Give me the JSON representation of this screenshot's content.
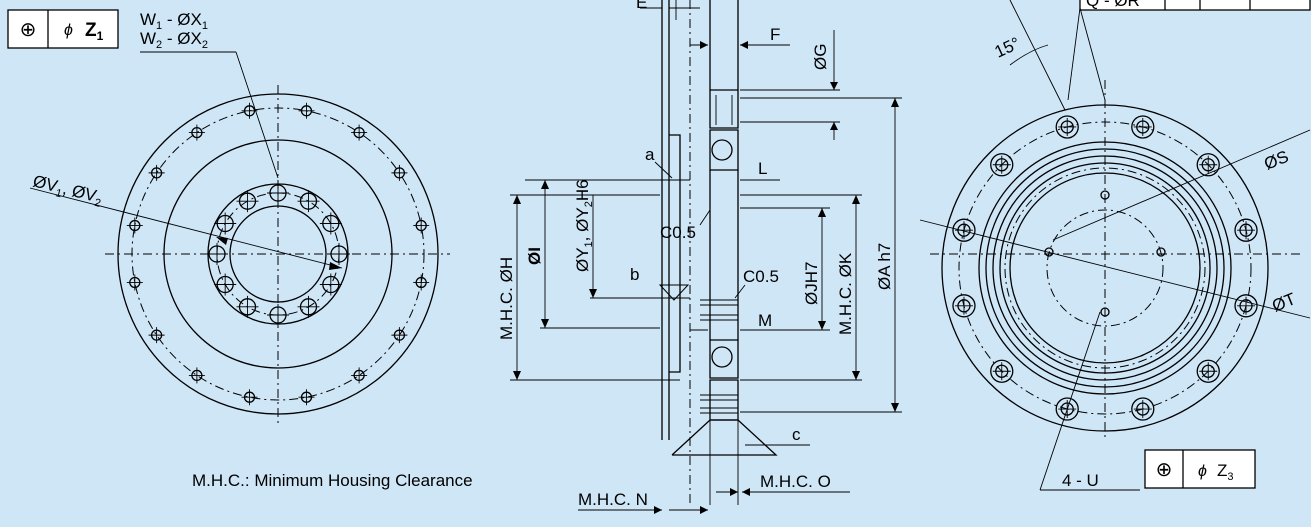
{
  "background_color": "#cfe6f7",
  "left_view": {
    "tol_box": {
      "symbol": "⊕",
      "dia": "ϕ",
      "value": "Z",
      "sub": "1"
    },
    "callouts": [
      {
        "base": "W",
        "sub1": "1",
        "mid": " - ØX",
        "sub2": "1"
      },
      {
        "base": "W",
        "sub1": "2",
        "mid": " - ØX",
        "sub2": "2"
      }
    ],
    "dia_label": {
      "a": "ØV",
      "a_sub": "1",
      "b": ", ØV",
      "b_sub": "2"
    },
    "footnote": "M.H.C.: Minimum Housing Clearance"
  },
  "section_view": {
    "labels": {
      "E": "E",
      "F": "F",
      "G": "ØG",
      "a": "a",
      "L": "L",
      "C05_top": "C0.5",
      "b": "b",
      "C05_mid": "C0.5",
      "M": "M",
      "c": "c",
      "H": "M.H.C. ØH",
      "I": "ØI",
      "Y_a": "ØY",
      "Y_a_sub": "1",
      "Y_b": ", ØY",
      "Y_b_sub": "2",
      "Y_c": "H6",
      "J": "ØJH7",
      "K": "M.H.C. ØK",
      "A": "ØA h7",
      "O": "M.H.C. O",
      "N": "M.H.C. N"
    }
  },
  "right_view": {
    "q_label": "Q - ØR",
    "angle": "15°",
    "S": "ØS",
    "T": "ØT",
    "U": "4 - U",
    "tol_box": {
      "symbol": "⊕",
      "dia": "ϕ",
      "value": "Z",
      "sub": "3"
    }
  }
}
